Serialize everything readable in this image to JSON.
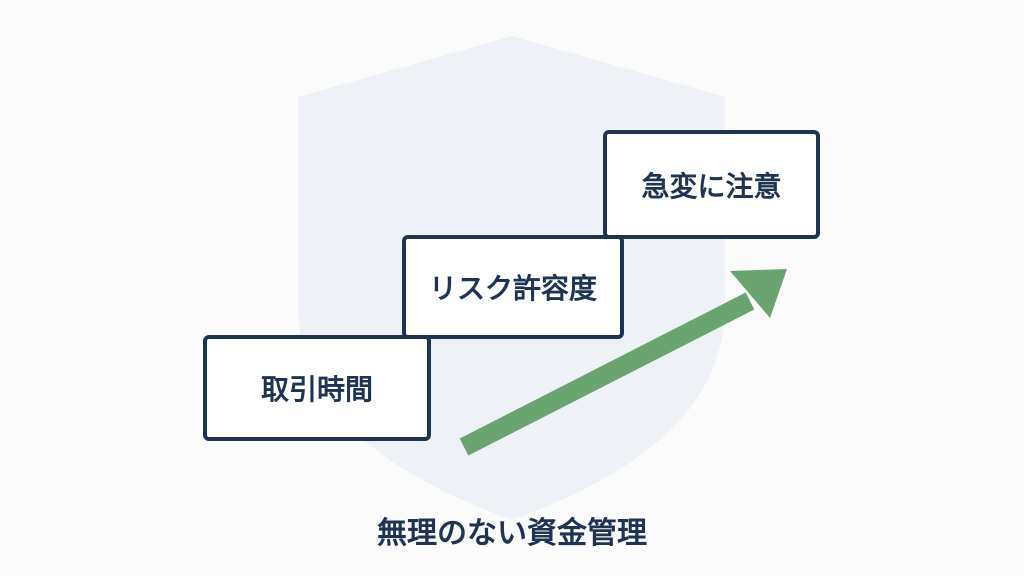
{
  "diagram": {
    "steps": [
      {
        "label": "取引時間"
      },
      {
        "label": "リスク許容度"
      },
      {
        "label": "急変に注意"
      }
    ],
    "caption": "無理のない資金管理",
    "icons": {
      "background": "shield-icon",
      "trend": "rising-arrow-icon"
    },
    "colors": {
      "box_border": "#1f3355",
      "text": "#1f3355",
      "arrow": "#6aa46e",
      "shield": "#eef1f5",
      "background": "#fbfbfc"
    }
  }
}
